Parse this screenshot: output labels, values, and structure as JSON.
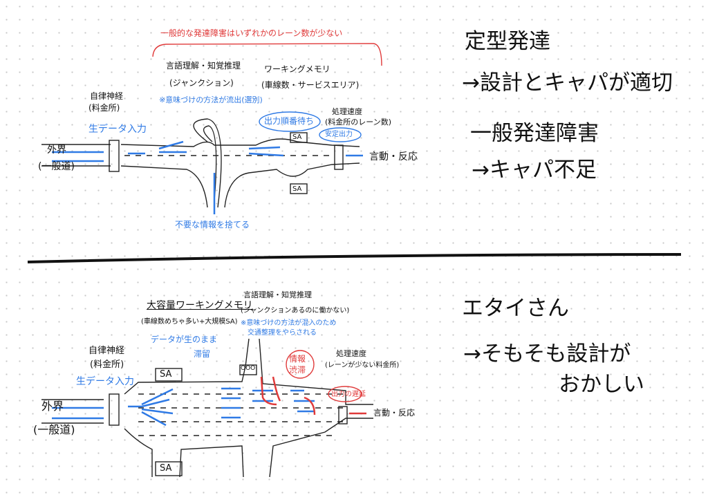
{
  "top": {
    "red_note": "一般的な発達障害はいずれかのレーン数が少ない",
    "junction_title": "言語理解・知覚推理",
    "junction_sub": "(ジャンクション)",
    "wm_title": "ワーキングメモリ",
    "wm_sub": "(車線数・サービスエリア)",
    "autonomic_title": "自律神経",
    "autonomic_sub": "(料金所)",
    "meaning_note": "※意味づけの方法が流出(選別)",
    "raw_input": "生データ入力",
    "output_queue": "出力順番待ち",
    "speed_title": "処理速度",
    "speed_sub": "(料金所のレーン数)",
    "stable_output": "安定出力",
    "sa_label": "SA",
    "outside_title": "外界",
    "outside_sub": "(一般道)",
    "behavior": "言動・反応",
    "discard": "不要な情報を捨てる"
  },
  "right_top": {
    "line1": "定型発達",
    "line2": "→設計とキャパが適切",
    "line3": "一般発達障害",
    "line4": "→キャパ不足"
  },
  "bottom": {
    "wm_title": "大容量ワーキングメモリ",
    "wm_sub": "(車線数めちゃ多い+大規模SA)",
    "stagnant": "データが生のまま",
    "stagnant2": "滞留",
    "junction_title": "言語理解・知覚推理",
    "junction_sub": "(ジャンクションあるのに働かない)",
    "meaning_note": "※意味づけの方法が混入のため",
    "meaning_note2": "交通整理をやらされる",
    "autonomic_title": "自律神経",
    "autonomic_sub": "(料金所)",
    "raw_input": "生データ入力",
    "sa_label": "SA",
    "jam": "情報渋滞",
    "speed_title": "処理速度",
    "speed_sub": "(レーンが少ない料金所)",
    "delay": "出力の遅延",
    "outside_title": "外界",
    "outside_sub": "(一般道)",
    "behavior": "言動・反応",
    "signal": "OOO"
  },
  "right_bottom": {
    "line1": "エタイさん",
    "line2": "→そもそも設計が",
    "line3": "おかしい"
  },
  "colors": {
    "blue": "#2f7ae5",
    "red": "#e03a3a",
    "ink": "#111111"
  }
}
